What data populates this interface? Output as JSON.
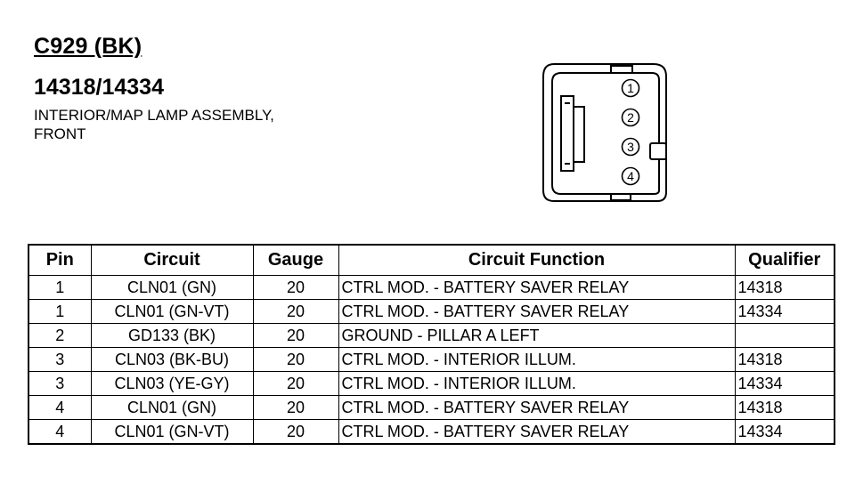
{
  "header": {
    "connector": "C929 (BK)",
    "part_number": "14318/14334",
    "description_lines": [
      "INTERIOR/MAP LAMP ASSEMBLY,",
      "FRONT"
    ]
  },
  "diagram": {
    "pin_labels": [
      "1",
      "2",
      "3",
      "4"
    ]
  },
  "table": {
    "columns": [
      "Pin",
      "Circuit",
      "Gauge",
      "Circuit Function",
      "Qualifier"
    ],
    "rows": [
      {
        "pin": "1",
        "circuit": "CLN01 (GN)",
        "gauge": "20",
        "function": "CTRL MOD. - BATTERY SAVER RELAY",
        "qualifier": "14318"
      },
      {
        "pin": "1",
        "circuit": "CLN01 (GN-VT)",
        "gauge": "20",
        "function": "CTRL MOD. - BATTERY SAVER RELAY",
        "qualifier": "14334"
      },
      {
        "pin": "2",
        "circuit": "GD133 (BK)",
        "gauge": "20",
        "function": "GROUND - PILLAR A LEFT",
        "qualifier": ""
      },
      {
        "pin": "3",
        "circuit": "CLN03 (BK-BU)",
        "gauge": "20",
        "function": "CTRL MOD. - INTERIOR ILLUM.",
        "qualifier": "14318"
      },
      {
        "pin": "3",
        "circuit": "CLN03 (YE-GY)",
        "gauge": "20",
        "function": "CTRL MOD. - INTERIOR ILLUM.",
        "qualifier": "14334"
      },
      {
        "pin": "4",
        "circuit": "CLN01 (GN)",
        "gauge": "20",
        "function": "CTRL MOD. - BATTERY SAVER RELAY",
        "qualifier": "14318"
      },
      {
        "pin": "4",
        "circuit": "CLN01 (GN-VT)",
        "gauge": "20",
        "function": "CTRL MOD. - BATTERY SAVER RELAY",
        "qualifier": "14334"
      }
    ]
  }
}
